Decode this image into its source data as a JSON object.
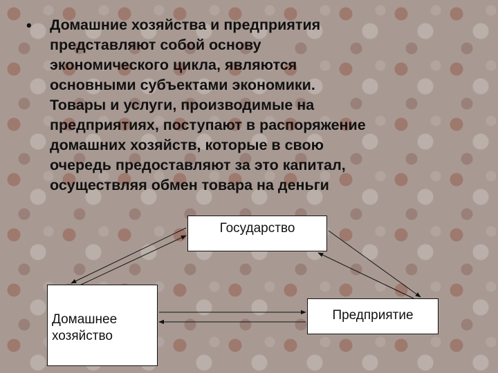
{
  "bullet": {
    "marker": "•",
    "text": "Домашние хозяйства и предприятия\nпредставляют собой основу\nэкономического цикла, являются\nосновными субъектами экономики.\nТовары и услуги, производимые на\nпредприятиях, поступают в распоряжение\nдомашних хозяйств, которые в свою\nочередь предоставляют за это капитал,\nосуществляя обмен товара на деньги"
  },
  "diagram": {
    "nodes": {
      "state": "Государство",
      "household": "Домашнее\nхозяйство",
      "enterprise": "Предприятие"
    },
    "edges": [
      {
        "from": "state",
        "to": "household",
        "direction": "both"
      },
      {
        "from": "state",
        "to": "enterprise",
        "direction": "both"
      },
      {
        "from": "household",
        "to": "enterprise",
        "direction": "both"
      }
    ],
    "colors": {
      "box_fill": "#ffffff",
      "line": "#111111"
    }
  }
}
